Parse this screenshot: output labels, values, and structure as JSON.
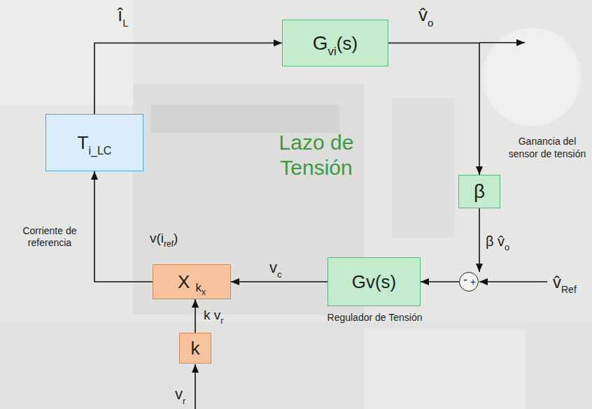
{
  "diagram": {
    "nodes": [
      {
        "text": [
          "G",
          "vi",
          "(s)"
        ]
      },
      {
        "text": [
          "T",
          "i_LC"
        ]
      },
      {
        "text": [
          "β",
          "Ganancia del sensor de tensión"
        ]
      },
      {
        "text": [
          "Gv(s)",
          "Regulador de Tensión"
        ]
      },
      {
        "text": [
          "-",
          "+"
        ]
      },
      {
        "text": [
          "X",
          "k",
          "x"
        ]
      },
      {
        "text": [
          "k"
        ]
      }
    ],
    "edges": [
      {
        "from": 1,
        "to": 0,
        "arrow": "to"
      },
      {
        "from": 0,
        "to": 2,
        "arrow": "to"
      },
      {
        "from": 2,
        "to": 4,
        "arrow": "to"
      },
      {
        "from": 4,
        "to": 3,
        "arrow": "to"
      },
      {
        "from": 3,
        "to": 5,
        "arrow": "to"
      },
      {
        "from": 6,
        "to": 5,
        "arrow": "to"
      },
      {
        "from": 5,
        "to": 1,
        "arrow": "to"
      }
    ],
    "labels": [
      "î",
      "L",
      "v̂",
      "o",
      "Lazo de Tensión",
      "β v̂",
      "o",
      "v̂",
      "Ref",
      "v",
      "c",
      "v(i",
      "ref",
      ")",
      "Corriente de referencia",
      "k v",
      "r",
      "v",
      "r"
    ]
  }
}
